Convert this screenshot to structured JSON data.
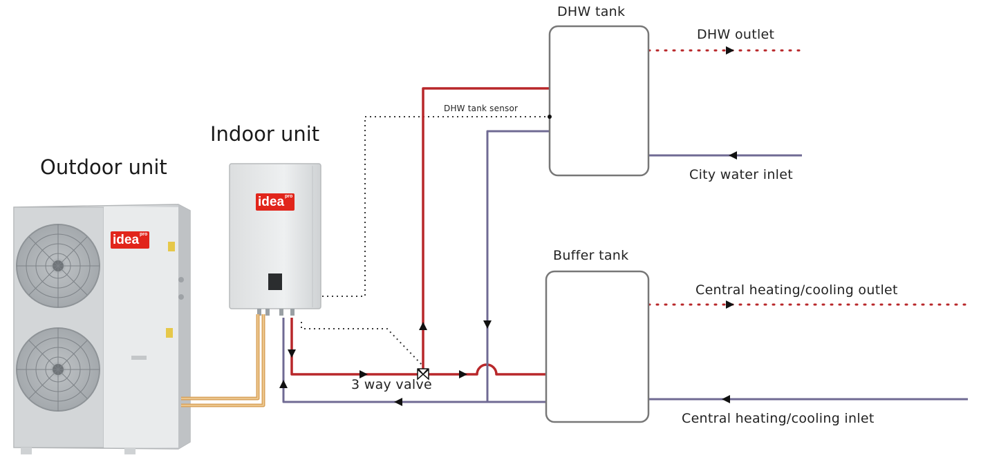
{
  "labels": {
    "outdoor_unit": "Outdoor unit",
    "indoor_unit": "Indoor unit",
    "dhw_tank": "DHW tank",
    "dhw_outlet": "DHW outlet",
    "dhw_tank_sensor": "DHW tank sensor",
    "city_water_inlet": "City water inlet",
    "buffer_tank": "Buffer tank",
    "central_outlet": "Central heating/cooling outlet",
    "central_inlet": "Central heating/cooling inlet",
    "three_way_valve": "3 way valve"
  },
  "brand": {
    "name": "idea",
    "superscript": "pro",
    "color": "#e1251b"
  },
  "colors": {
    "hot_pipe": "#b8272a",
    "return_pipe": "#6f6a93",
    "refrigerant_pipe": "#d9a35c",
    "sensor_line": "#333333",
    "tank_outline": "#777777"
  }
}
